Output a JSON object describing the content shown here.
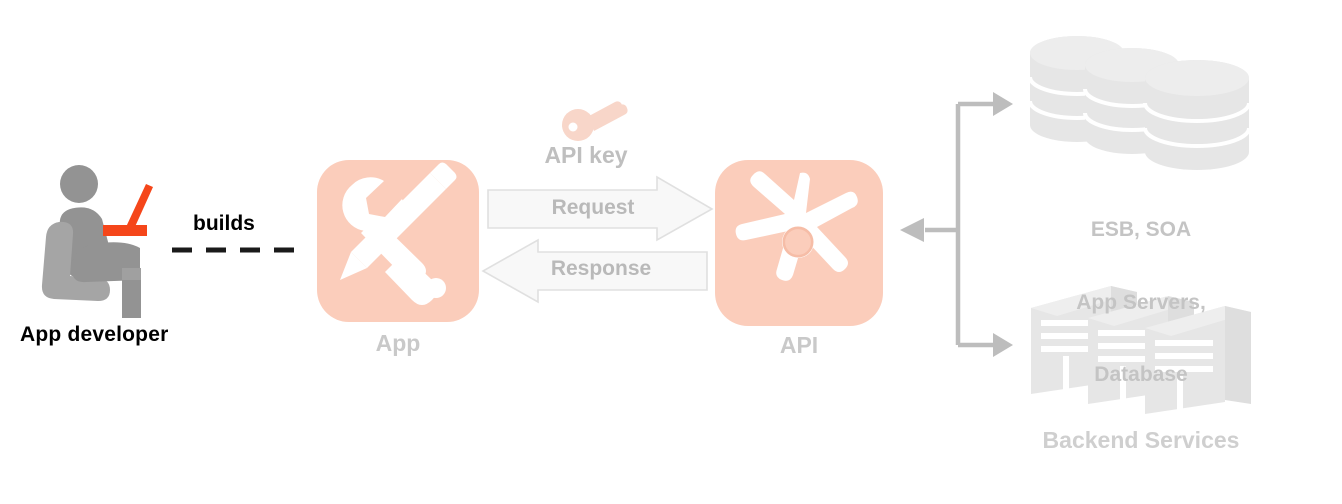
{
  "diagram": {
    "title": "API architecture flow",
    "colors": {
      "tile_fill": "#fbcdbb",
      "icon_white": "#ffffff",
      "person_gray": "#939393",
      "laptop_orange": "#f5461a",
      "arrow_gray": "#bdbdbd",
      "arrow_fill": "#f7f7f7",
      "backend_gray": "#e6e6e6",
      "label_gray": "#c4c4c4",
      "text_black": "#000000",
      "key_pink": "#f8d6c9"
    }
  },
  "actor": {
    "label": "App developer",
    "icon": "seated-developer-with-laptop-icon"
  },
  "connector": {
    "builds_label": "builds",
    "style": "dashed"
  },
  "app_node": {
    "label": "App",
    "icon": "wrench-and-pencil-icon"
  },
  "api_node": {
    "label": "API",
    "icon": "api-star-burst-icon"
  },
  "credential": {
    "label": "API key",
    "icon": "key-icon"
  },
  "flows": [
    {
      "label": "Request",
      "direction": "right",
      "name": "request-arrow"
    },
    {
      "label": "Response",
      "direction": "left",
      "name": "response-arrow"
    }
  ],
  "backend": {
    "group_label": "Backend Services",
    "databases": {
      "label": "ESB, SOA\nApp Servers,\nDatabase",
      "label_line1": "ESB, SOA",
      "label_line2": "App Servers,",
      "label_line3": "Database",
      "icon": "database-stack-icon",
      "cylinder_count": 3
    },
    "servers": {
      "icon": "server-rack-icon",
      "rack_count": 3
    }
  }
}
